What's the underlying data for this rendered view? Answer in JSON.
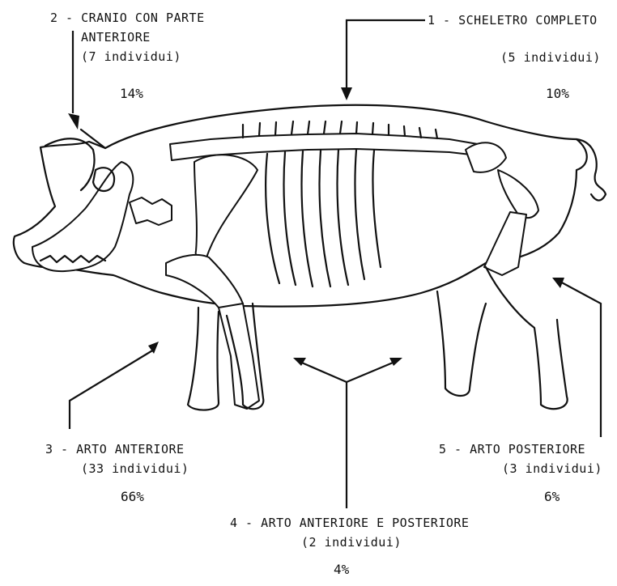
{
  "labels": {
    "l1": {
      "title": "1 - SCHELETRO COMPLETO",
      "count": "(5 individui)",
      "pct": "10%"
    },
    "l2": {
      "title_line1": "2 - CRANIO CON PARTE",
      "title_line2": "ANTERIORE",
      "count": "(7 individui)",
      "pct": "14%"
    },
    "l3": {
      "title": "3 - ARTO ANTERIORE",
      "count": "(33 individui)",
      "pct": "66%"
    },
    "l4": {
      "title": "4 - ARTO ANTERIORE E POSTERIORE",
      "count": "(2 individui)",
      "pct": "4%"
    },
    "l5": {
      "title": "5 - ARTO POSTERIORE",
      "count": "(3 individui)",
      "pct": "6%"
    }
  }
}
